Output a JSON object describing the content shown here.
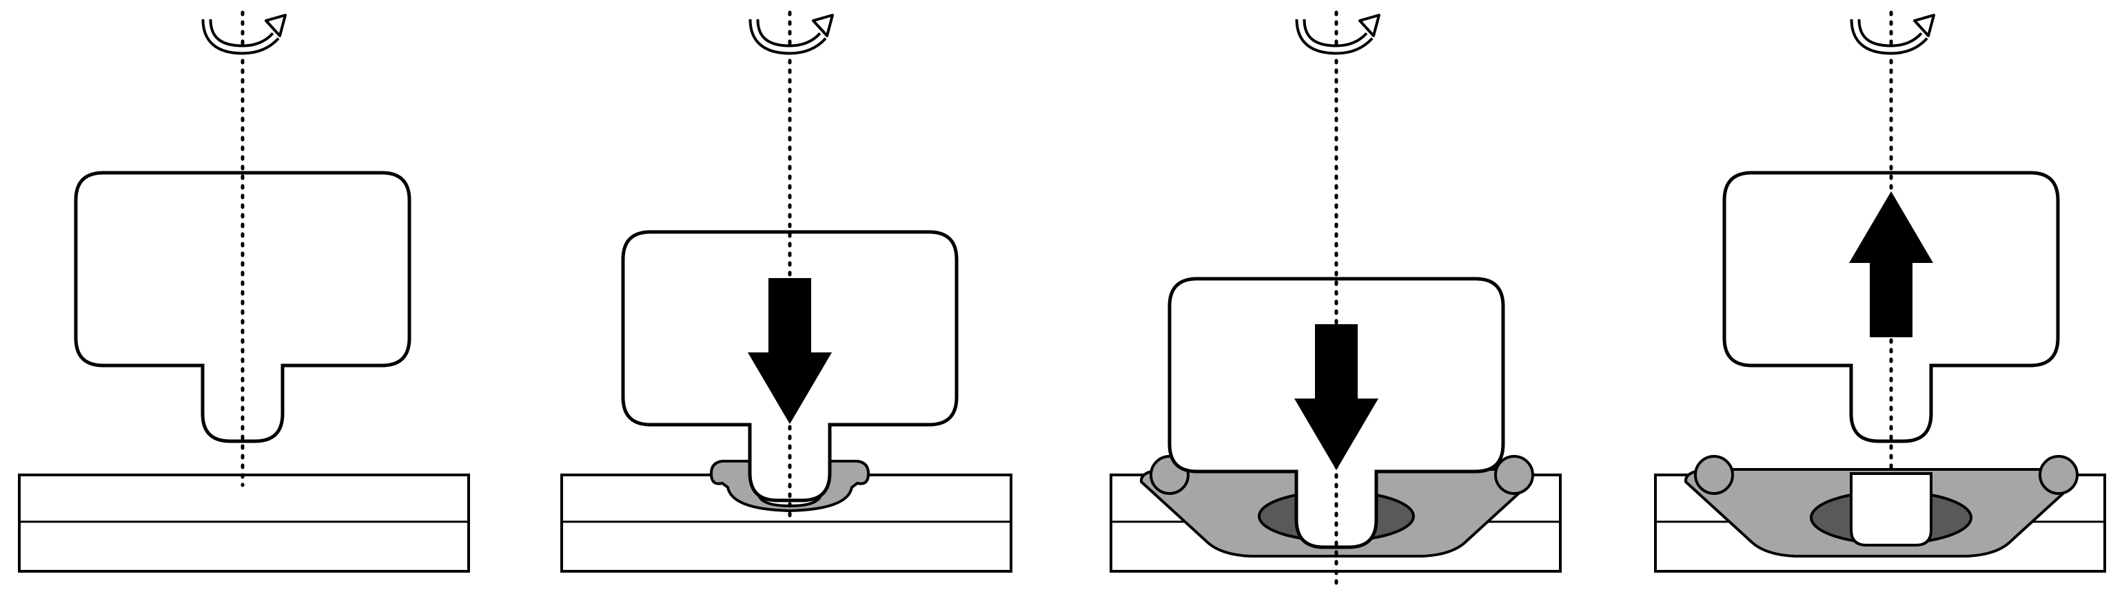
{
  "diagram": {
    "type": "process-stages",
    "stages": [
      {
        "id": "stage-1",
        "arrow": "none",
        "material": "none"
      },
      {
        "id": "stage-2",
        "arrow": "down",
        "material": "small-bulge"
      },
      {
        "id": "stage-3",
        "arrow": "down",
        "material": "large-flash-with-stir-zone"
      },
      {
        "id": "stage-4",
        "arrow": "up",
        "material": "large-flash-with-keyhole"
      }
    ],
    "colors": {
      "background": "#ffffff",
      "outline": "#000000",
      "material": "#a6a6a6",
      "stir_zone": "#595959",
      "arrow": "#000000"
    },
    "icons": [
      "rotation-arrow-icon",
      "down-arrow-icon",
      "up-arrow-icon"
    ]
  }
}
